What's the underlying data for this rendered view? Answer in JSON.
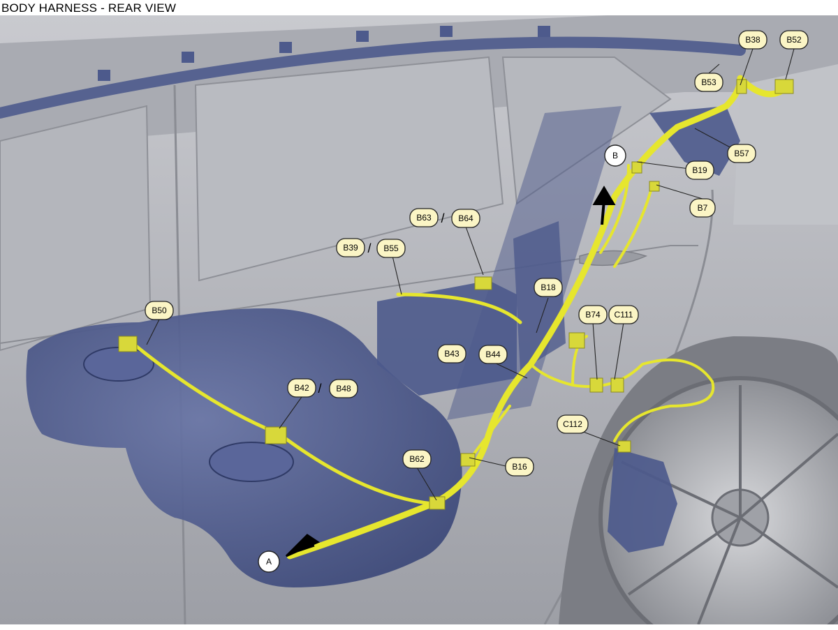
{
  "title": "BODY HARNESS - REAR VIEW",
  "colors": {
    "body": "#b3b5bb",
    "tank": "#4d5a8c",
    "harness": "#e6e62e",
    "label_fill": "#fbf5c5"
  },
  "connectors": {
    "B38": "B38",
    "B52": "B52",
    "B53": "B53",
    "B57": "B57",
    "B19": "B19",
    "B7": "B7",
    "B63": "B63",
    "B64": "B64",
    "B39": "B39",
    "B55": "B55",
    "B18": "B18",
    "B74": "B74",
    "C111": "C111",
    "B50": "B50",
    "B43": "B43",
    "B44": "B44",
    "B42": "B42",
    "B48": "B48",
    "C112": "C112",
    "B62": "B62",
    "B16": "B16"
  },
  "references": {
    "A": "A",
    "B": "B"
  }
}
